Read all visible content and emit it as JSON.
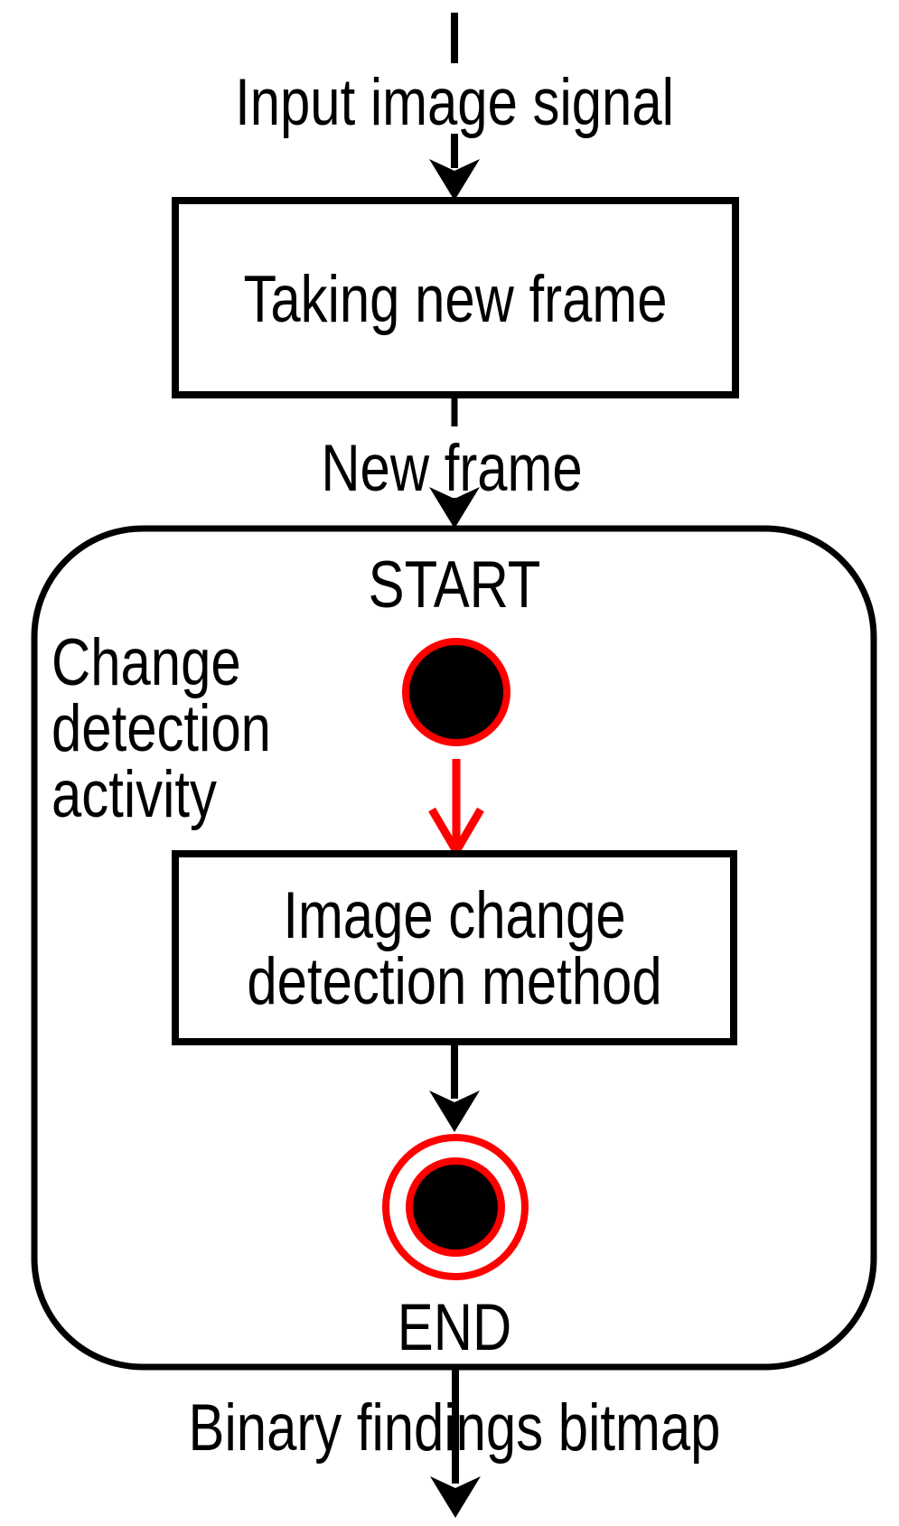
{
  "diagram": {
    "background_color": "#ffffff",
    "line_color": "#000000",
    "accent_color": "#ff0000",
    "labels": {
      "input_signal": "Input image signal",
      "taking_new_frame": "Taking new frame",
      "new_frame": "New frame",
      "start": "START",
      "activity_group": [
        "Change",
        "detection",
        "activity"
      ],
      "method": [
        "Image change",
        "detection method"
      ],
      "end": "END",
      "output": "Binary findings bitmap"
    }
  }
}
